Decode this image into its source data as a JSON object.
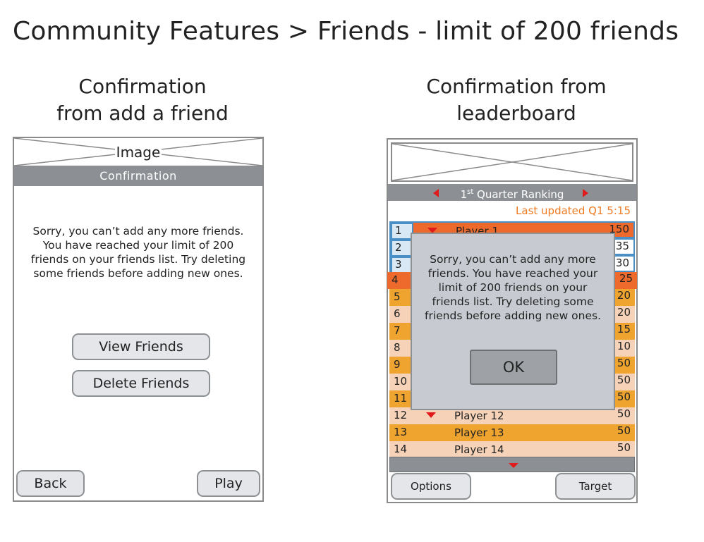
{
  "page": {
    "title": "Community Features > Friends - limit of 200 friends"
  },
  "left": {
    "caption_line1": "Confirmation",
    "caption_line2": "from add a friend",
    "image_label": "Image",
    "titlebar": "Confirmation",
    "message": "Sorry, you can’t add any more friends.  You have reached your limit of 200 friends on your friends list.  Try deleting some friends before adding new ones.",
    "view_friends_label": "View Friends",
    "delete_friends_label": "Delete Friends",
    "back_label": "Back",
    "play_label": "Play"
  },
  "right": {
    "caption_line1": "Confirmation from",
    "caption_line2": "leaderboard",
    "header_prefix": "1",
    "header_sup": "st",
    "header_suffix": " Quarter Ranking",
    "last_updated": "Last updated Q1 5:15",
    "rows": [
      {
        "rank": "1",
        "name": "Player 1",
        "score": "150"
      },
      {
        "rank": "2",
        "name": "",
        "score": "35"
      },
      {
        "rank": "3",
        "name": "",
        "score": "30"
      },
      {
        "rank": "4",
        "name": "",
        "score": "25"
      },
      {
        "rank": "5",
        "name": "",
        "score": "20"
      },
      {
        "rank": "6",
        "name": "",
        "score": "20"
      },
      {
        "rank": "7",
        "name": "",
        "score": "15"
      },
      {
        "rank": "8",
        "name": "",
        "score": "10"
      },
      {
        "rank": "9",
        "name": "",
        "score": "50"
      },
      {
        "rank": "10",
        "name": "",
        "score": "50"
      },
      {
        "rank": "11",
        "name": "",
        "score": "50"
      },
      {
        "rank": "12",
        "name": "Player 12",
        "score": "50"
      },
      {
        "rank": "13",
        "name": "Player 13",
        "score": "50"
      },
      {
        "rank": "14",
        "name": "Player 14",
        "score": "50"
      }
    ],
    "dialog_message": "Sorry, you can’t add any more friends.  You have reached your limit of 200 friends on your friends list. Try deleting some friends before adding new ones.",
    "ok_label": "OK",
    "options_label": "Options",
    "target_label": "Target"
  },
  "colors": {
    "orange_dark": "#ee6a2c",
    "orange_mid": "#f0a430",
    "peach": "#f6d3b8",
    "blue_light": "#d8e9f5",
    "gray_bar": "#8c8f93",
    "dialog_bg": "#c7cbd1",
    "arrow_red": "#e01b1b"
  }
}
